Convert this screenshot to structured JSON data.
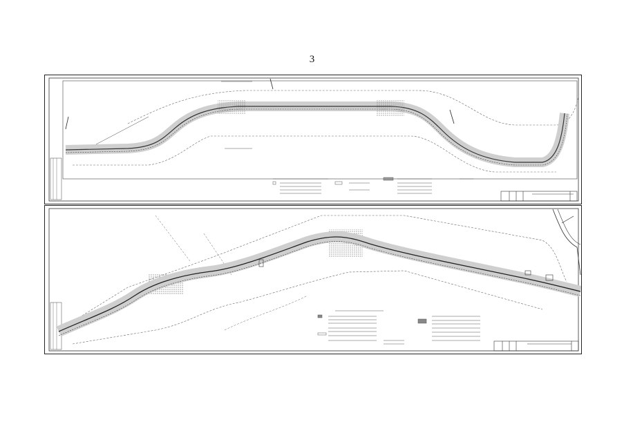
{
  "page": {
    "number": "3"
  },
  "sheets": [
    {
      "id": "sheet-1",
      "title_block_text": ""
    },
    {
      "id": "sheet-2",
      "title_block_text": ""
    }
  ]
}
